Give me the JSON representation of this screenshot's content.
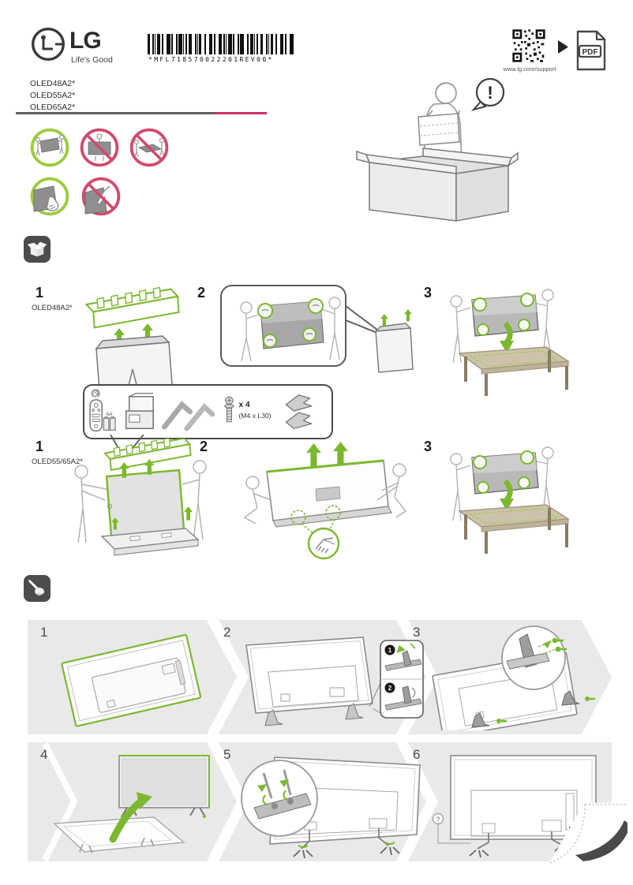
{
  "brand": {
    "name": "LG",
    "tagline": "Life's Good"
  },
  "header": {
    "barcode_text": "*MFL718570022201REV00*",
    "qr_caption": "www.lg.com/support",
    "pdf_label": "PDF"
  },
  "models": {
    "list": [
      "OLED48A2*",
      "OLED55A2*",
      "OLED65A2*"
    ]
  },
  "alert": {
    "exclamation": "!"
  },
  "unpack": {
    "row1": {
      "step1": "1",
      "model": "OLED48A2*",
      "step2": "2",
      "step3": "3"
    },
    "row2": {
      "step1": "1",
      "model": "OLED55/65A2*",
      "step2": "2",
      "step3": "3"
    },
    "accessories": {
      "battery": "AA",
      "screw_qty": "x 4",
      "screw_spec": "(M4 x L30)"
    }
  },
  "assembly": {
    "step1": "1",
    "step2": "2",
    "step3": "3",
    "step4": "4",
    "step5": "5",
    "step6": "6",
    "callout_badge1": "1",
    "callout_badge2": "2",
    "help": "?"
  },
  "colors": {
    "accent_green": "#7cb82f",
    "light_green": "#9bcb3c",
    "brand_pink": "#cb3365",
    "warn_red": "#d04a6e",
    "panel_gray": "#e9e9e9"
  }
}
